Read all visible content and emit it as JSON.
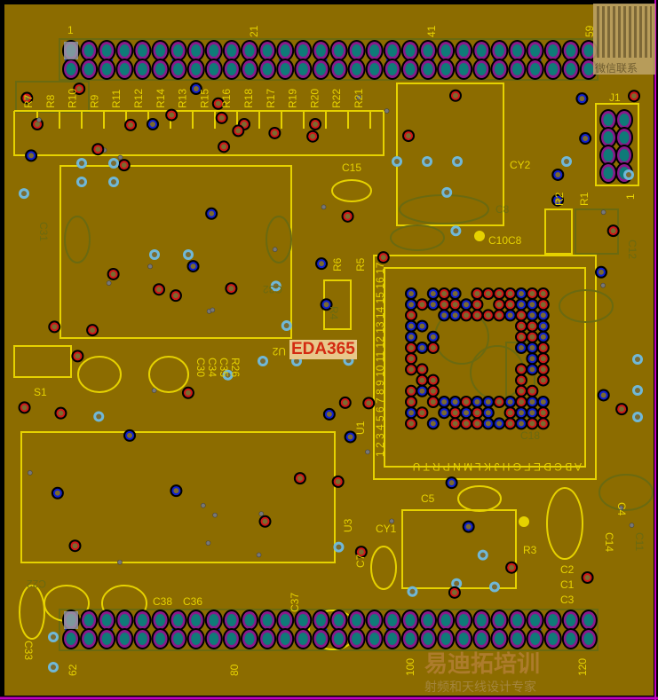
{
  "colors": {
    "board": "#8c6c00",
    "silk": "#e6d200",
    "pad": "#0f7a78",
    "ring": "#8a1a8a",
    "via": "#70b8d8",
    "top_trace": "#d01818",
    "bottom_trace": "#1020d0",
    "outline": "#c000c0"
  },
  "top_header": {
    "pin_labels": [
      "1",
      "21",
      "41",
      "59"
    ],
    "columns": 30
  },
  "bottom_header": {
    "pin_labels": [
      "62",
      "80",
      "100",
      "120"
    ],
    "columns": 30
  },
  "resistor_labels": [
    "R7",
    "R8",
    "R10",
    "R9",
    "R11",
    "R12",
    "R14",
    "R13",
    "R15",
    "R16",
    "R18",
    "R17",
    "R19",
    "R20",
    "R22",
    "R21"
  ],
  "component_labels": {
    "j1": "J1",
    "j1_pin": "1",
    "cy2": "CY2",
    "c15": "C15",
    "c8": "C8",
    "c10c8": "C10C8",
    "r2": "R2",
    "r1": "R1",
    "c12": "C12",
    "r6": "R6",
    "r5": "R5",
    "r4": "R4",
    "c3x": "C31",
    "c32": "C32",
    "u2": "U2",
    "s1": "S1",
    "c34": "C34",
    "c35": "C35",
    "r26": "R26",
    "c30": "C30",
    "u1": "U1",
    "u3": "U3",
    "c5": "C5",
    "cy1": "CY1",
    "c7": "C7",
    "c18": "C18",
    "r3": "R3",
    "c4": "C4",
    "c14": "C14",
    "c11": "C11",
    "c2": "C2",
    "c1": "C1",
    "c3": "C3",
    "c22": "C22",
    "c33": "C33",
    "c37": "C37",
    "c36": "C36",
    "c38": "C38",
    "u1_rows": "1 2 3 4 5 6 7 8 9 10 11 12 13 14 15 16 17",
    "u1_cols": "A B C D E F G H J K L M N P R T U"
  },
  "badge": "EDA365",
  "watermark": {
    "qr_caption": "微信联系",
    "title": "易迪拓培训",
    "subtitle": "射频和天线设计专家"
  }
}
